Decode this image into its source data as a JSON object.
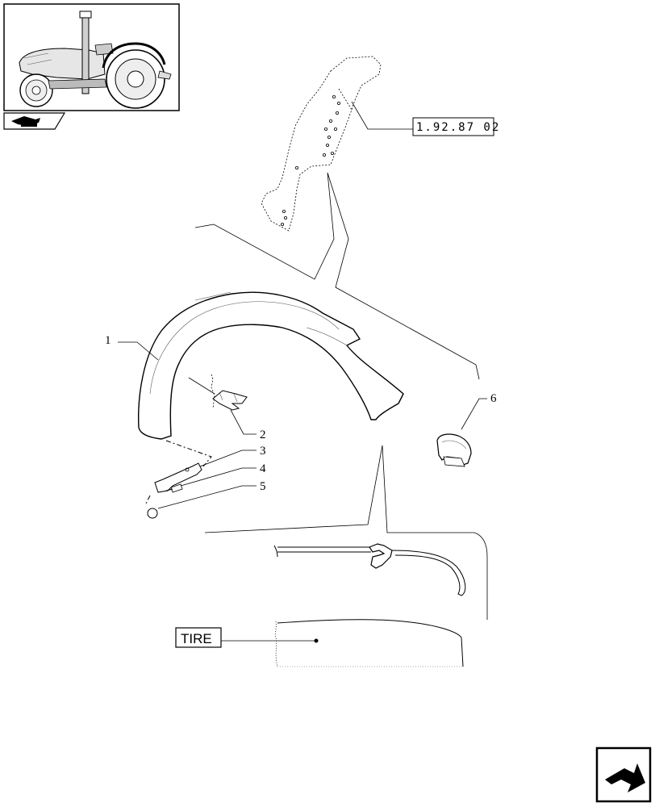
{
  "reference_code": "1.92.87 02",
  "tire_label": "TIRE",
  "callouts": [
    "1",
    "2",
    "3",
    "4",
    "5",
    "6"
  ],
  "icons": {
    "header": "tractor-fender-thumbnail",
    "section": "book-section-icon",
    "nav": "next-page-arrow-icon"
  }
}
